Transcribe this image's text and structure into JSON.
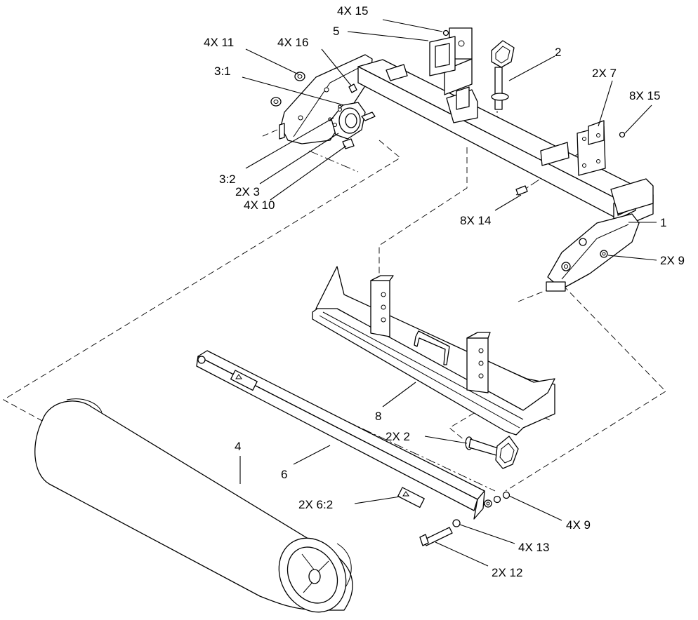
{
  "diagram": {
    "callouts": [
      {
        "id": "c01",
        "text": "4X 15"
      },
      {
        "id": "c02",
        "text": "5"
      },
      {
        "id": "c03",
        "text": "4X 11"
      },
      {
        "id": "c04",
        "text": "4X  16"
      },
      {
        "id": "c05",
        "text": "3:1"
      },
      {
        "id": "c06",
        "text": "2"
      },
      {
        "id": "c07",
        "text": "2X 7"
      },
      {
        "id": "c08",
        "text": "8X 15"
      },
      {
        "id": "c09",
        "text": "3:2"
      },
      {
        "id": "c10",
        "text": "2X 3"
      },
      {
        "id": "c11",
        "text": "4X 10"
      },
      {
        "id": "c12",
        "text": "8X 14"
      },
      {
        "id": "c13",
        "text": "1"
      },
      {
        "id": "c14",
        "text": "2X 9"
      },
      {
        "id": "c15",
        "text": "8"
      },
      {
        "id": "c16",
        "text": "4"
      },
      {
        "id": "c17",
        "text": "6"
      },
      {
        "id": "c18",
        "text": "2X 2"
      },
      {
        "id": "c19",
        "text": "2X 6:2"
      },
      {
        "id": "c20",
        "text": "4X 9"
      },
      {
        "id": "c21",
        "text": "4X 13"
      },
      {
        "id": "c22",
        "text": "2X 12"
      }
    ]
  }
}
